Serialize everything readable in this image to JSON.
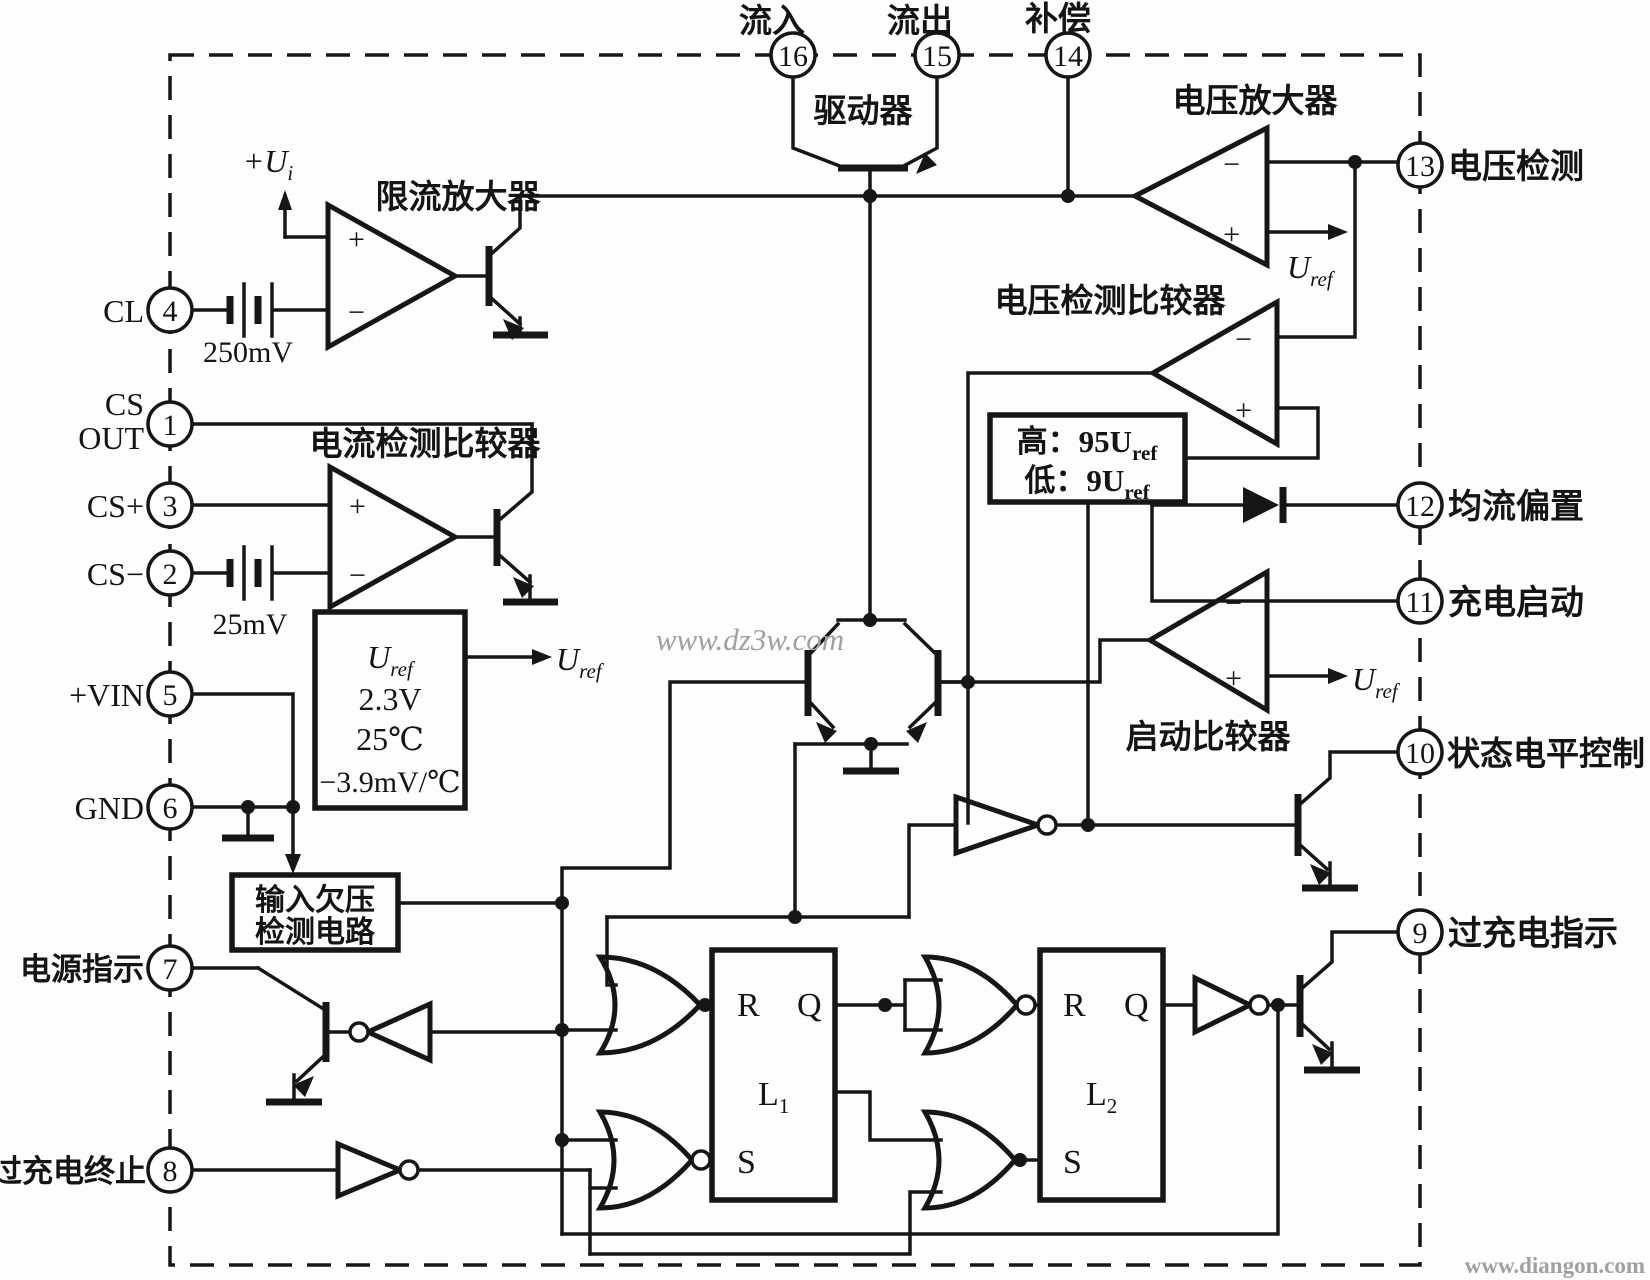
{
  "symbols": {
    "plus": "+",
    "minus": "−"
  },
  "watermarks": {
    "center": "www.dz3w.com",
    "corner": "www.diangon.com"
  },
  "pins": {
    "top": [
      {
        "num": "16",
        "label": "流入"
      },
      {
        "num": "15",
        "label": "流出"
      },
      {
        "num": "14",
        "label": "补偿"
      }
    ],
    "right": [
      {
        "num": "13",
        "label": "电压检测"
      },
      {
        "num": "12",
        "label": "均流偏置"
      },
      {
        "num": "11",
        "label": "充电启动"
      },
      {
        "num": "10",
        "label": "状态电平控制"
      },
      {
        "num": "9",
        "label": "过充电指示"
      }
    ],
    "left": [
      {
        "num": "4",
        "label": "CL"
      },
      {
        "num": "1",
        "label_line1": "CS",
        "label_line2": "OUT"
      },
      {
        "num": "3",
        "label": "CS+"
      },
      {
        "num": "2",
        "label": "CS−"
      },
      {
        "num": "5",
        "label": "+VIN"
      },
      {
        "num": "6",
        "label": "GND"
      },
      {
        "num": "7",
        "label": "电源指示"
      },
      {
        "num": "8",
        "label": "过充电终止"
      }
    ]
  },
  "amplifiers": {
    "driver": {
      "name": "驱动器"
    },
    "current_limit": {
      "name": "限流放大器",
      "offset": "250mV",
      "supply": "+U_i"
    },
    "current_sense": {
      "name": "电流检测比较器",
      "offset": "25mV"
    },
    "voltage_amp": {
      "name": "电压放大器",
      "ref": "U_ref"
    },
    "voltage_detect": {
      "name": "电压检测比较器"
    },
    "startup": {
      "name": "启动比较器",
      "ref": "U_ref"
    }
  },
  "blocks": {
    "reference": {
      "lines": [
        "U_ref",
        "2.3V",
        "25℃",
        "−3.9mV/℃"
      ],
      "output": "U_ref"
    },
    "undervoltage": {
      "line1": "输入欠压",
      "line2": "检测电路"
    },
    "threshold": {
      "high": "高：95U_ref",
      "low": "低：9U_ref"
    }
  },
  "latches": {
    "l1": {
      "name": "L_1",
      "r": "R",
      "s": "S",
      "q": "Q"
    },
    "l2": {
      "name": "L_2",
      "r": "R",
      "s": "S",
      "q": "Q"
    }
  }
}
